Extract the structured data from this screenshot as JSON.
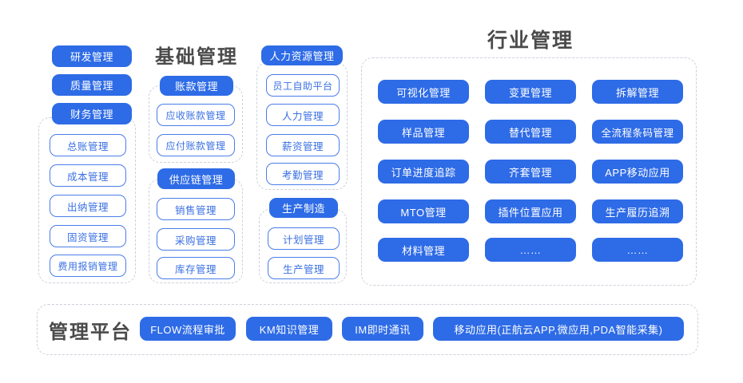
{
  "colors": {
    "primary_blue": "#2E6BE6",
    "outline_blue": "#4A7DE9",
    "outline_text": "#3A70E3",
    "dash_border": "#CBD0DA",
    "title_text": "#4A4A4A",
    "canvas_bg": "#FFFFFF"
  },
  "left_column": {
    "buttons": [
      "研发管理",
      "质量管理"
    ],
    "finance_group": {
      "header": "财务管理",
      "items": [
        "总账管理",
        "成本管理",
        "出纳管理",
        "固资管理",
        "费用报销管理"
      ]
    }
  },
  "base_section": {
    "title": "基础管理",
    "groups": [
      {
        "header": "账款管理",
        "items": [
          "应收账款管理",
          "应付账款管理"
        ]
      },
      {
        "header": "供应链管理",
        "items": [
          "销售管理",
          "采购管理",
          "库存管理"
        ]
      }
    ]
  },
  "hr_column": {
    "groups": [
      {
        "header": "人力资源管理",
        "items": [
          "员工自助平台",
          "人力管理",
          "薪资管理",
          "考勤管理"
        ]
      },
      {
        "header": "生产制造",
        "items": [
          "计划管理",
          "生产管理"
        ]
      }
    ]
  },
  "industry_section": {
    "title": "行业管理",
    "items": [
      "可视化管理",
      "变更管理",
      "拆解管理",
      "样品管理",
      "替代管理",
      "全流程条码管理",
      "订单进度追踪",
      "齐套管理",
      "APP移动应用",
      "MTO管理",
      "插件位置应用",
      "生产履历追溯",
      "材料管理",
      "……",
      "……"
    ]
  },
  "platform_section": {
    "title": "管理平台",
    "items": [
      "FLOW流程审批",
      "KM知识管理",
      "IM即时通讯",
      "移动应用(正航云APP,微应用,PDA智能采集)"
    ]
  }
}
